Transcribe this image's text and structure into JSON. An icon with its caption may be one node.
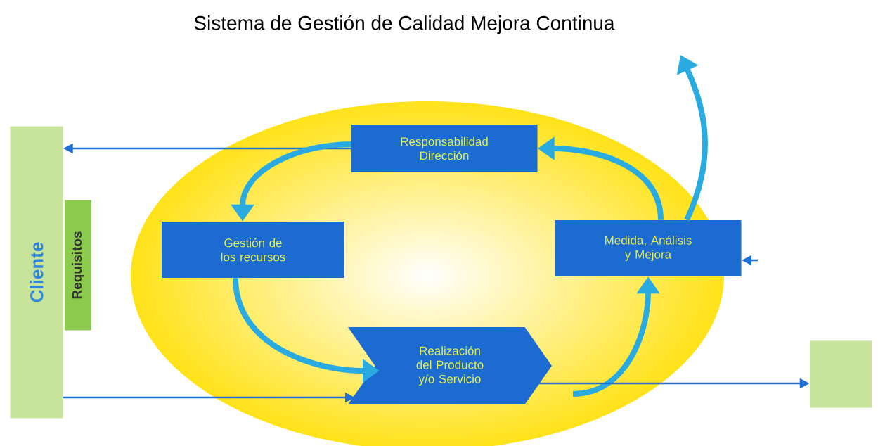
{
  "diagram": {
    "title": "Sistema de Gestión de Calidad Mejora Continua",
    "nodes": [
      {
        "text": [
          "Cliente"
        ]
      },
      {
        "text": [
          "Requisitos"
        ]
      },
      {
        "text": [
          "Responsabilidad Dirección"
        ]
      },
      {
        "text": [
          "Gestión de los recursos"
        ]
      },
      {
        "text": [
          "Medida, Análisis y Mejora"
        ]
      },
      {
        "text": [
          "Realización del Producto y/o Servicio"
        ]
      },
      {
        "text": [],
        "shape": "box"
      }
    ],
    "edges": [
      {
        "from": 2,
        "to": 0,
        "arrow": "to",
        "color": "#1f6fd6"
      },
      {
        "from": 2,
        "to": 3,
        "arrow": "to"
      },
      {
        "from": 3,
        "to": 5,
        "arrow": "to"
      },
      {
        "from": 5,
        "to": 4,
        "arrow": "to"
      },
      {
        "from": 4,
        "to": 2,
        "arrow": "to"
      },
      {
        "from": 4,
        "to": null,
        "arrow": "to"
      },
      {
        "from": null,
        "to": 4,
        "arrow": "to",
        "color": "#1f6fd6"
      },
      {
        "from": 0,
        "to": 5,
        "arrow": "to",
        "color": "#1f6fd6"
      },
      {
        "from": 5,
        "to": 6,
        "arrow": "to",
        "color": "#1f6fd6"
      }
    ]
  }
}
